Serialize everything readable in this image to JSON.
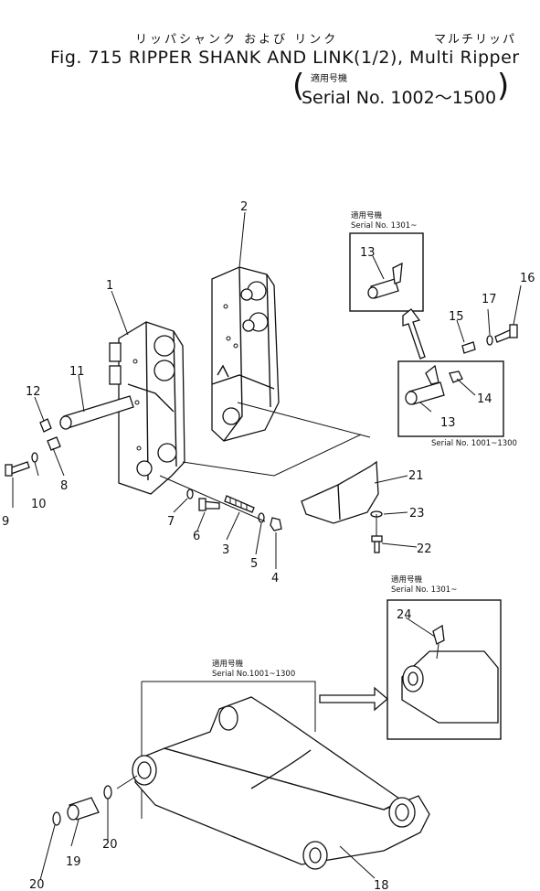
{
  "header": {
    "jp_title": "リッパシャンク および リンク",
    "jp_multi": "マルチリッパ",
    "fig_title": "Fig. 715 RIPPER SHANK AND LINK(1/2),  Multi Ripper",
    "applicable_jp": "適用号機",
    "serial_range": "Serial No. 1002～1500",
    "paren_open": "(",
    "paren_close": ")"
  },
  "inset_notes": {
    "top_applicable": "適用号機",
    "top_serial": "Serial No. 1301~",
    "mid_serial": "Serial No. 1001~1300",
    "right_applicable": "適用号機",
    "right_serial": "Serial No. 1301~",
    "bottom_applicable": "適用号機",
    "bottom_serial": "Serial No.1001~1300"
  },
  "callouts": {
    "c1": "1",
    "c2": "2",
    "c3": "3",
    "c4": "4",
    "c5": "5",
    "c6": "6",
    "c7": "7",
    "c8": "8",
    "c9": "9",
    "c10": "10",
    "c11": "11",
    "c12": "12",
    "c13a": "13",
    "c13b": "13",
    "c14": "14",
    "c15": "15",
    "c16": "16",
    "c17": "17",
    "c18": "18",
    "c19": "19",
    "c20a": "20",
    "c20b": "20",
    "c21": "21",
    "c22": "22",
    "c23": "23",
    "c24": "24"
  }
}
